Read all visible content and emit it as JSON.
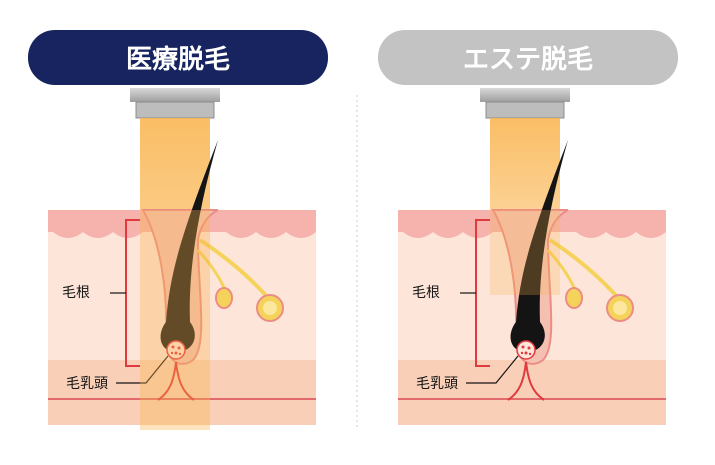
{
  "panels": [
    {
      "title": "医療脱毛",
      "label_root": "毛根",
      "label_papilla": "毛乳頭",
      "header_color": "#17245f",
      "beam_color": "#f9b24a"
    },
    {
      "title": "エステ脱毛",
      "label_root": "毛根",
      "label_papilla": "毛乳頭",
      "header_color": "#c3c3c3",
      "beam_color": "#f9b24a"
    }
  ],
  "colors": {
    "skin_top": "#f6b2ad",
    "skin_mid": "#fde5da",
    "skin_low": "#f9d0b7",
    "hair": "#141414",
    "bracket": "#e03a3e",
    "gland": "#f5d35a"
  }
}
